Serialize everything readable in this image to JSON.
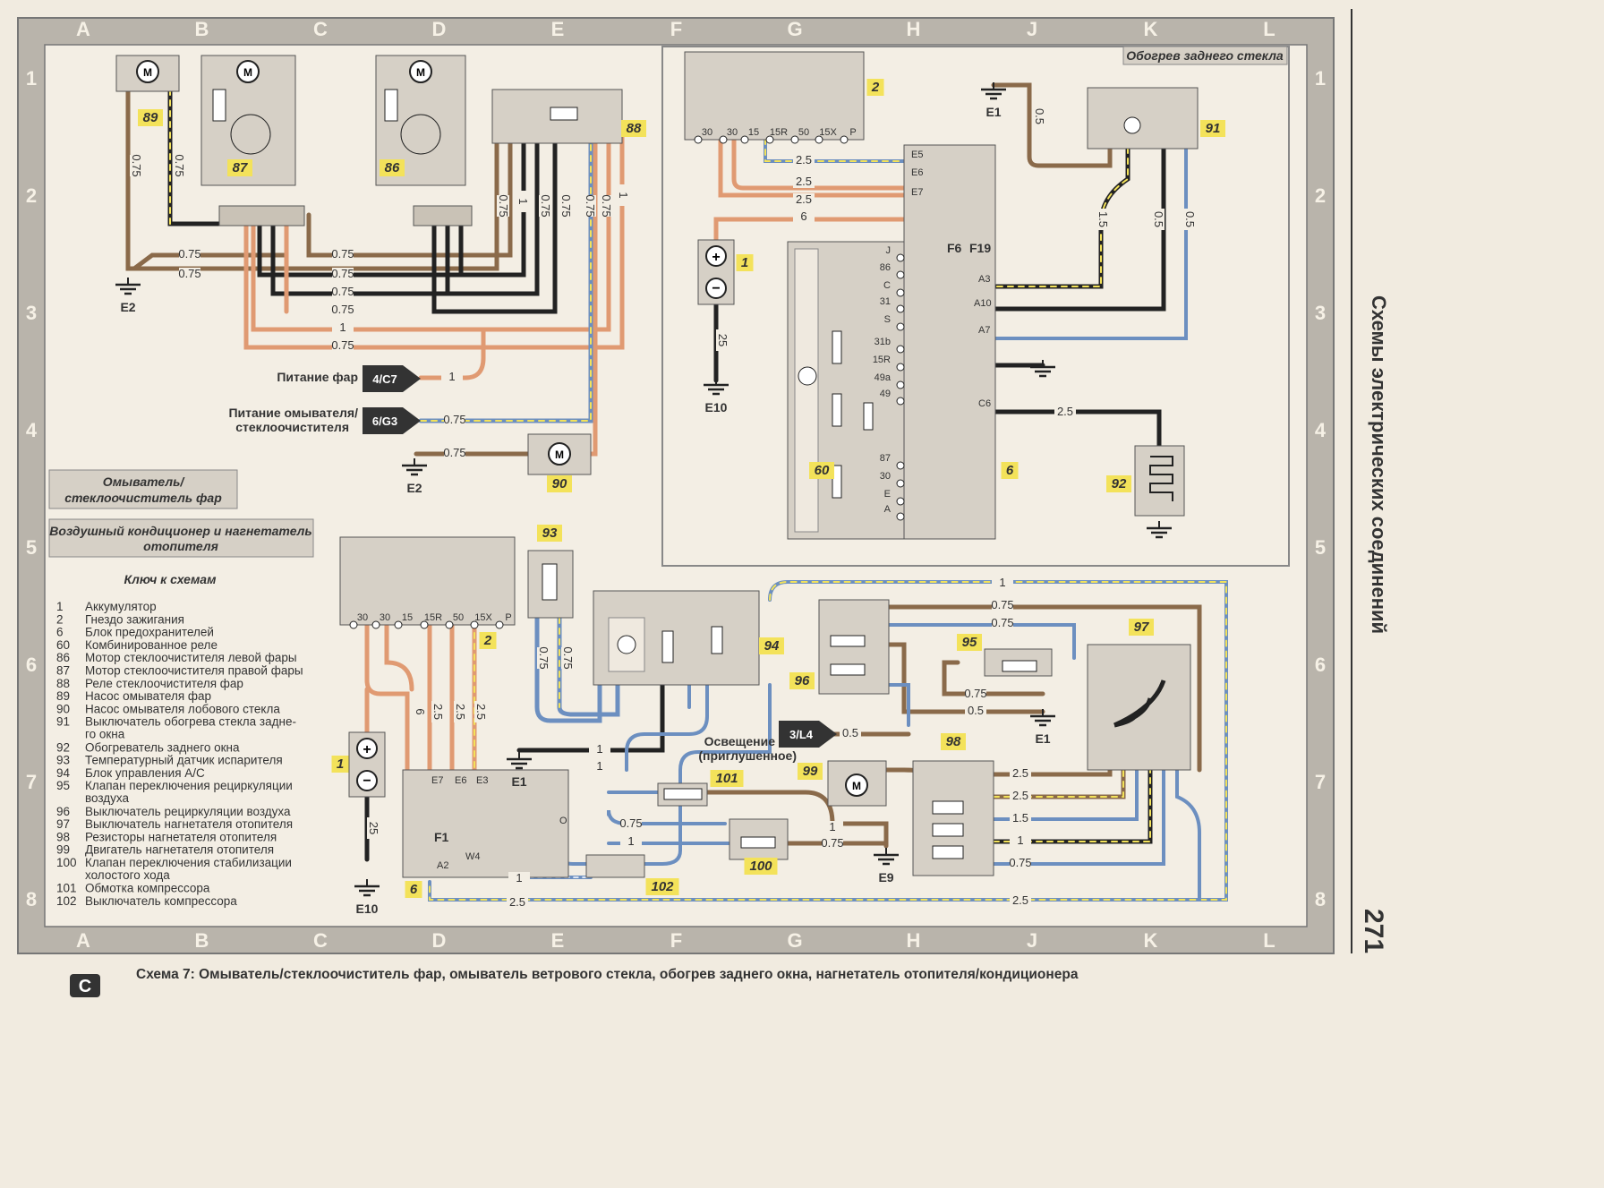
{
  "page_number": "271",
  "side_title": "Схемы электрических соединений",
  "caption": {
    "icon": "С",
    "text": "Схема 7: Омыватель/стеклоочиститель фар, омыватель ветрового стекла, обогрев заднего окна, нагнетатель отопителя/кондиционера"
  },
  "grid": {
    "columns": [
      "A",
      "B",
      "C",
      "D",
      "E",
      "F",
      "G",
      "H",
      "J",
      "K",
      "L"
    ],
    "rows": [
      "1",
      "2",
      "3",
      "4",
      "5",
      "6",
      "7",
      "8"
    ]
  },
  "sections": {
    "headlamp": "Омыватель/\nстеклоочиститель фар",
    "rear_window": "Обогрев заднего стекла",
    "ac": "Воздушный кондиционер и нагнетатель\nотопителя"
  },
  "key": {
    "title": "Ключ к схемам",
    "items": [
      {
        "n": "1",
        "t": "Аккумулятор"
      },
      {
        "n": "2",
        "t": "Гнездо зажигания"
      },
      {
        "n": "6",
        "t": "Блок предохранителей"
      },
      {
        "n": "60",
        "t": "Комбинированное реле"
      },
      {
        "n": "86",
        "t": "Мотор стеклоочистителя левой фары"
      },
      {
        "n": "87",
        "t": "Мотор стеклоочистителя правой фары"
      },
      {
        "n": "88",
        "t": "Реле стеклоочистителя фар"
      },
      {
        "n": "89",
        "t": "Насос омывателя фар"
      },
      {
        "n": "90",
        "t": "Насос омывателя лобового стекла"
      },
      {
        "n": "91",
        "t": "Выключатель обогрева стекла задне-\nго окна"
      },
      {
        "n": "92",
        "t": "Обогреватель заднего окна"
      },
      {
        "n": "93",
        "t": "Температурный датчик испарителя"
      },
      {
        "n": "94",
        "t": "Блок управления A/C"
      },
      {
        "n": "95",
        "t": "Клапан переключения рециркуляции\nвоздуха"
      },
      {
        "n": "96",
        "t": "Выключатель рециркуляции воздуха"
      },
      {
        "n": "97",
        "t": "Выключатель нагнетателя отопителя"
      },
      {
        "n": "98",
        "t": "Резисторы нагнетателя отопителя"
      },
      {
        "n": "99",
        "t": "Двигатель нагнетателя отопителя"
      },
      {
        "n": "100",
        "t": "Клапан переключения стабилизации\nхолостого хода"
      },
      {
        "n": "101",
        "t": "Обмотка компрессора"
      },
      {
        "n": "102",
        "t": "Выключатель компрессора"
      }
    ]
  },
  "connectors": {
    "head_power": {
      "label": "Питание фар",
      "ref": "4/C7"
    },
    "washer_power": {
      "label": "Питание омывателя/\nстеклоочистителя",
      "ref": "6/G3"
    },
    "lighting": {
      "label": "Освещение\n(приглушенное)",
      "ref": "3/L4"
    }
  },
  "grounds": {
    "e1": "E1",
    "e2": "E2",
    "e9": "E9",
    "e10": "E10"
  },
  "components": {
    "c1": "1",
    "c2": "2",
    "c6": "6",
    "c60": "60",
    "c86": "86",
    "c87": "87",
    "c88": "88",
    "c89": "89",
    "c90": "90",
    "c91": "91",
    "c92": "92",
    "c93": "93",
    "c94": "94",
    "c95": "95",
    "c96": "96",
    "c97": "97",
    "c98": "98",
    "c99": "99",
    "c100": "100",
    "c101": "101",
    "c102": "102"
  },
  "ignition_terminals": [
    "30",
    "30",
    "15",
    "15R",
    "50",
    "15X",
    "P"
  ],
  "fusebox_terminals_left": [
    "J",
    "86",
    "C",
    "31",
    "S",
    "31b",
    "15R",
    "49a",
    "49",
    "87",
    "30",
    "E",
    "A"
  ],
  "fusebox_terminals_right": [
    "E5",
    "E6",
    "E7",
    "A3",
    "A10",
    "A7",
    "C6"
  ],
  "fuses": {
    "f6": "F6",
    "f19": "F19",
    "f1": "F1"
  },
  "lower_fusebox_terminals": [
    "E7",
    "E6",
    "E3",
    "A2",
    "W4",
    "O"
  ],
  "wire_labels": {
    "w075": "0.75",
    "w1": "1",
    "w25": "2.5",
    "w6": "6",
    "w05": "0.5",
    "w15": "1.5",
    "w_25": "25"
  },
  "colors": {
    "brown": "#8a6a4a",
    "black": "#222222",
    "orange": "#e09a72",
    "blue": "#6c8fc0",
    "grey": "#9a9a9a",
    "frame": "#b9b4ab",
    "box": "#d6d0c6",
    "yellow": "#f3e25a"
  }
}
